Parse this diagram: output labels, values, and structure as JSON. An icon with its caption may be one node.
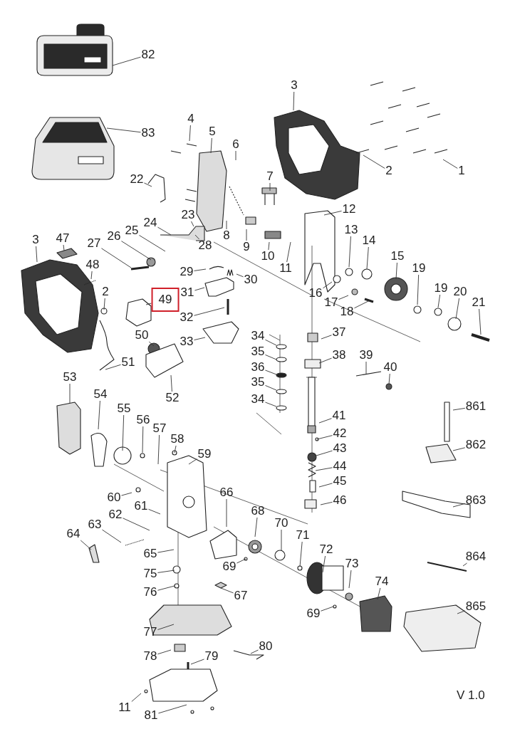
{
  "diagram": {
    "nodes": [
      {
        "text": [
          "82"
        ]
      },
      {
        "text": [
          "83"
        ]
      },
      {
        "text": [
          "3"
        ]
      },
      {
        "text": [
          "4"
        ]
      },
      {
        "text": [
          "5"
        ]
      },
      {
        "text": [
          "6"
        ]
      },
      {
        "text": [
          "1"
        ]
      },
      {
        "text": [
          "2"
        ]
      },
      {
        "text": [
          "7"
        ]
      },
      {
        "text": [
          "22"
        ]
      },
      {
        "text": [
          "12"
        ]
      },
      {
        "text": [
          "23"
        ]
      },
      {
        "text": [
          "24"
        ]
      },
      {
        "text": [
          "13"
        ]
      },
      {
        "text": [
          "26"
        ]
      },
      {
        "text": [
          "25"
        ]
      },
      {
        "text": [
          "8"
        ]
      },
      {
        "text": [
          "3"
        ]
      },
      {
        "text": [
          "47"
        ]
      },
      {
        "text": [
          "14"
        ]
      },
      {
        "text": [
          "27"
        ]
      },
      {
        "text": [
          "28"
        ]
      },
      {
        "text": [
          "9"
        ]
      },
      {
        "text": [
          "15"
        ]
      },
      {
        "text": [
          "10"
        ]
      },
      {
        "text": [
          "48"
        ]
      },
      {
        "text": [
          "11"
        ]
      },
      {
        "text": [
          "19"
        ]
      },
      {
        "text": [
          "29"
        ]
      },
      {
        "text": [
          "30"
        ]
      },
      {
        "text": [
          "19"
        ]
      },
      {
        "text": [
          "20"
        ]
      },
      {
        "text": [
          "2"
        ]
      },
      {
        "text": [
          "31"
        ]
      },
      {
        "text": [
          "16"
        ]
      },
      {
        "text": [
          "49"
        ]
      },
      {
        "text": [
          "21"
        ]
      },
      {
        "text": [
          "17"
        ]
      },
      {
        "text": [
          "18"
        ]
      },
      {
        "text": [
          "32"
        ]
      },
      {
        "text": [
          "37"
        ]
      },
      {
        "text": [
          "34"
        ]
      },
      {
        "text": [
          "50"
        ]
      },
      {
        "text": [
          "33"
        ]
      },
      {
        "text": [
          "35"
        ]
      },
      {
        "text": [
          "38"
        ]
      },
      {
        "text": [
          "39"
        ]
      },
      {
        "text": [
          "40"
        ]
      },
      {
        "text": [
          "51"
        ]
      },
      {
        "text": [
          "36"
        ]
      },
      {
        "text": [
          "53"
        ]
      },
      {
        "text": [
          "35"
        ]
      },
      {
        "text": [
          "54"
        ]
      },
      {
        "text": [
          "52"
        ]
      },
      {
        "text": [
          "34"
        ]
      },
      {
        "text": [
          "861"
        ]
      },
      {
        "text": [
          "55"
        ]
      },
      {
        "text": [
          "41"
        ]
      },
      {
        "text": [
          "56"
        ]
      },
      {
        "text": [
          "57"
        ]
      },
      {
        "text": [
          "42"
        ]
      },
      {
        "text": [
          "58"
        ]
      },
      {
        "text": [
          "862"
        ]
      },
      {
        "text": [
          "43"
        ]
      },
      {
        "text": [
          "59"
        ]
      },
      {
        "text": [
          "44"
        ]
      },
      {
        "text": [
          "45"
        ]
      },
      {
        "text": [
          "66"
        ]
      },
      {
        "text": [
          "60"
        ]
      },
      {
        "text": [
          "46"
        ]
      },
      {
        "text": [
          "863"
        ]
      },
      {
        "text": [
          "61"
        ]
      },
      {
        "text": [
          "68"
        ]
      },
      {
        "text": [
          "62"
        ]
      },
      {
        "text": [
          "70"
        ]
      },
      {
        "text": [
          "63"
        ]
      },
      {
        "text": [
          "64"
        ]
      },
      {
        "text": [
          "71"
        ]
      },
      {
        "text": [
          "72"
        ]
      },
      {
        "text": [
          "65"
        ]
      },
      {
        "text": [
          "864"
        ]
      },
      {
        "text": [
          "73"
        ]
      },
      {
        "text": [
          "69"
        ]
      },
      {
        "text": [
          "75"
        ]
      },
      {
        "text": [
          "74"
        ]
      },
      {
        "text": [
          "76"
        ]
      },
      {
        "text": [
          "67"
        ]
      },
      {
        "text": [
          "865"
        ]
      },
      {
        "text": [
          "69"
        ]
      },
      {
        "text": [
          "77"
        ]
      },
      {
        "text": [
          "80"
        ]
      },
      {
        "text": [
          "78"
        ]
      },
      {
        "text": [
          "79"
        ]
      },
      {
        "text": [
          "11"
        ]
      },
      {
        "text": [
          "81"
        ]
      }
    ],
    "edges": [
      {
        "from": 0,
        "to": null,
        "arrow": "none"
      },
      {
        "from": 1,
        "to": null,
        "arrow": "none"
      },
      {
        "from": 2,
        "to": null,
        "arrow": "none"
      },
      {
        "from": 3,
        "to": null,
        "arrow": "none"
      },
      {
        "from": 4,
        "to": null,
        "arrow": "none"
      },
      {
        "from": 5,
        "to": null,
        "arrow": "none"
      },
      {
        "from": 6,
        "to": null,
        "arrow": "none"
      },
      {
        "from": 7,
        "to": null,
        "arrow": "none"
      },
      {
        "from": 8,
        "to": null,
        "arrow": "none"
      },
      {
        "from": 9,
        "to": null,
        "arrow": "none"
      },
      {
        "from": 10,
        "to": null,
        "arrow": "none"
      },
      {
        "from": 11,
        "to": null,
        "arrow": "none"
      },
      {
        "from": 12,
        "to": null,
        "arrow": "none"
      },
      {
        "from": 13,
        "to": null,
        "arrow": "none"
      },
      {
        "from": 14,
        "to": null,
        "arrow": "none"
      },
      {
        "from": 15,
        "to": null,
        "arrow": "none"
      },
      {
        "from": 16,
        "to": null,
        "arrow": "none"
      },
      {
        "from": 17,
        "to": null,
        "arrow": "none"
      },
      {
        "from": 18,
        "to": null,
        "arrow": "none"
      },
      {
        "from": 19,
        "to": null,
        "arrow": "none"
      },
      {
        "from": 20,
        "to": null,
        "arrow": "none"
      },
      {
        "from": 21,
        "to": null,
        "arrow": "none"
      },
      {
        "from": 22,
        "to": null,
        "arrow": "none"
      },
      {
        "from": 23,
        "to": null,
        "arrow": "none"
      },
      {
        "from": 24,
        "to": null,
        "arrow": "none"
      },
      {
        "from": 25,
        "to": null,
        "arrow": "none"
      },
      {
        "from": 26,
        "to": null,
        "arrow": "none"
      },
      {
        "from": 27,
        "to": null,
        "arrow": "none"
      },
      {
        "from": 28,
        "to": null,
        "arrow": "none"
      },
      {
        "from": 29,
        "to": null,
        "arrow": "none"
      },
      {
        "from": 30,
        "to": null,
        "arrow": "none"
      },
      {
        "from": 31,
        "to": null,
        "arrow": "none"
      },
      {
        "from": 32,
        "to": null,
        "arrow": "none"
      },
      {
        "from": 33,
        "to": null,
        "arrow": "none"
      },
      {
        "from": 34,
        "to": null,
        "arrow": "none"
      },
      {
        "from": 35,
        "to": null,
        "arrow": "none"
      },
      {
        "from": 36,
        "to": null,
        "arrow": "none"
      },
      {
        "from": 37,
        "to": null,
        "arrow": "none"
      },
      {
        "from": 38,
        "to": null,
        "arrow": "none"
      },
      {
        "from": 39,
        "to": null,
        "arrow": "none"
      },
      {
        "from": 40,
        "to": null,
        "arrow": "none"
      },
      {
        "from": 41,
        "to": null,
        "arrow": "none"
      },
      {
        "from": 42,
        "to": null,
        "arrow": "none"
      },
      {
        "from": 43,
        "to": null,
        "arrow": "none"
      },
      {
        "from": 44,
        "to": null,
        "arrow": "none"
      },
      {
        "from": 45,
        "to": null,
        "arrow": "none"
      },
      {
        "from": 46,
        "to": null,
        "arrow": "none"
      },
      {
        "from": 47,
        "to": null,
        "arrow": "none"
      },
      {
        "from": 48,
        "to": null,
        "arrow": "none"
      },
      {
        "from": 49,
        "to": null,
        "arrow": "none"
      },
      {
        "from": 50,
        "to": null,
        "arrow": "none"
      },
      {
        "from": 51,
        "to": null,
        "arrow": "none"
      },
      {
        "from": 52,
        "to": null,
        "arrow": "none"
      },
      {
        "from": 53,
        "to": null,
        "arrow": "none"
      },
      {
        "from": 54,
        "to": null,
        "arrow": "none"
      },
      {
        "from": 55,
        "to": null,
        "arrow": "none"
      },
      {
        "from": 56,
        "to": null,
        "arrow": "none"
      },
      {
        "from": 57,
        "to": null,
        "arrow": "none"
      },
      {
        "from": 58,
        "to": null,
        "arrow": "none"
      },
      {
        "from": 59,
        "to": null,
        "arrow": "none"
      },
      {
        "from": 60,
        "to": null,
        "arrow": "none"
      },
      {
        "from": 61,
        "to": null,
        "arrow": "none"
      },
      {
        "from": 62,
        "to": null,
        "arrow": "none"
      },
      {
        "from": 63,
        "to": null,
        "arrow": "none"
      },
      {
        "from": 64,
        "to": null,
        "arrow": "none"
      },
      {
        "from": 65,
        "to": null,
        "arrow": "none"
      },
      {
        "from": 66,
        "to": null,
        "arrow": "none"
      },
      {
        "from": 67,
        "to": null,
        "arrow": "none"
      },
      {
        "from": 68,
        "to": null,
        "arrow": "none"
      },
      {
        "from": 69,
        "to": null,
        "arrow": "none"
      },
      {
        "from": 70,
        "to": null,
        "arrow": "none"
      },
      {
        "from": 71,
        "to": null,
        "arrow": "none"
      },
      {
        "from": 72,
        "to": null,
        "arrow": "none"
      },
      {
        "from": 73,
        "to": null,
        "arrow": "none"
      },
      {
        "from": 74,
        "to": null,
        "arrow": "none"
      },
      {
        "from": 75,
        "to": null,
        "arrow": "none"
      },
      {
        "from": 76,
        "to": null,
        "arrow": "none"
      },
      {
        "from": 77,
        "to": null,
        "arrow": "none"
      },
      {
        "from": 78,
        "to": null,
        "arrow": "none"
      },
      {
        "from": 79,
        "to": null,
        "arrow": "none"
      },
      {
        "from": 80,
        "to": null,
        "arrow": "none"
      },
      {
        "from": 81,
        "to": null,
        "arrow": "none"
      },
      {
        "from": 82,
        "to": null,
        "arrow": "none"
      },
      {
        "from": 83,
        "to": null,
        "arrow": "none"
      },
      {
        "from": 84,
        "to": null,
        "arrow": "none"
      },
      {
        "from": 85,
        "to": null,
        "arrow": "none"
      },
      {
        "from": 86,
        "to": null,
        "arrow": "none"
      },
      {
        "from": 87,
        "to": null,
        "arrow": "none"
      },
      {
        "from": 88,
        "to": null,
        "arrow": "none"
      },
      {
        "from": 89,
        "to": null,
        "arrow": "none"
      },
      {
        "from": 90,
        "to": null,
        "arrow": "none"
      },
      {
        "from": 91,
        "to": null,
        "arrow": "none"
      },
      {
        "from": 92,
        "to": null,
        "arrow": "none"
      },
      {
        "from": 93,
        "to": null,
        "arrow": "none"
      },
      {
        "from": 94,
        "to": null,
        "arrow": "none"
      }
    ],
    "labels": [
      "V 1.0"
    ]
  }
}
